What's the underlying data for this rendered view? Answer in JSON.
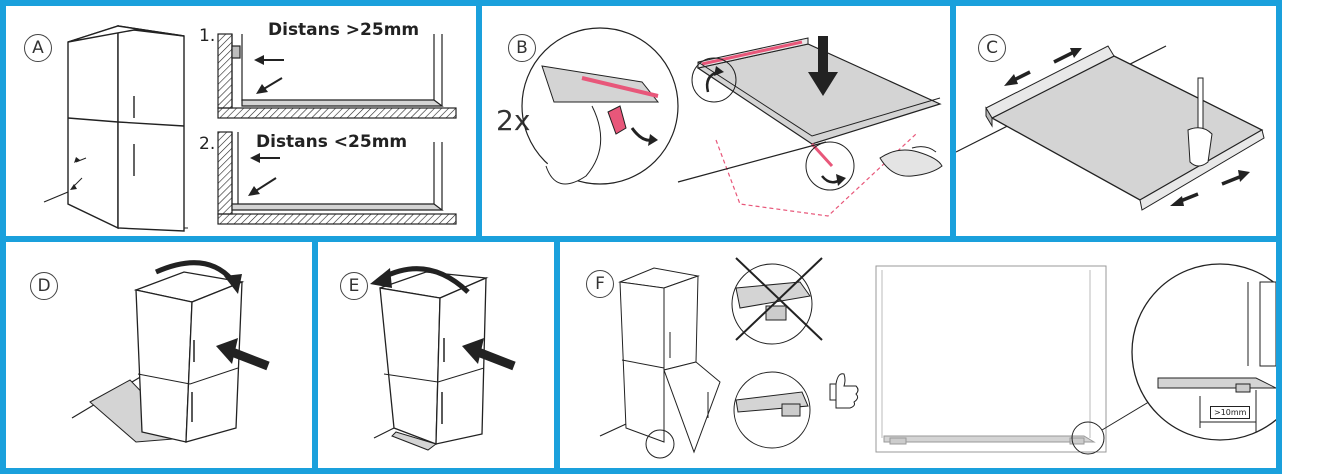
{
  "colors": {
    "frame": "#1aa0dc",
    "tape": "#e8577a",
    "tray": "#d4d4d4",
    "line": "#222222"
  },
  "panels": {
    "A": {
      "label": "A",
      "step1": "1.",
      "step1_text": "Distans >25mm",
      "step2": "2.",
      "step2_text": "Distans <25mm"
    },
    "B": {
      "label": "B",
      "count": "2x"
    },
    "C": {
      "label": "C"
    },
    "D": {
      "label": "D"
    },
    "E": {
      "label": "E"
    },
    "F": {
      "label": "F",
      "measure": ">10mm"
    }
  },
  "icons": [
    "arrow-icon",
    "curved-arrow-icon",
    "thumbs-up-icon",
    "cross-icon",
    "magnifier-circle-icon"
  ]
}
